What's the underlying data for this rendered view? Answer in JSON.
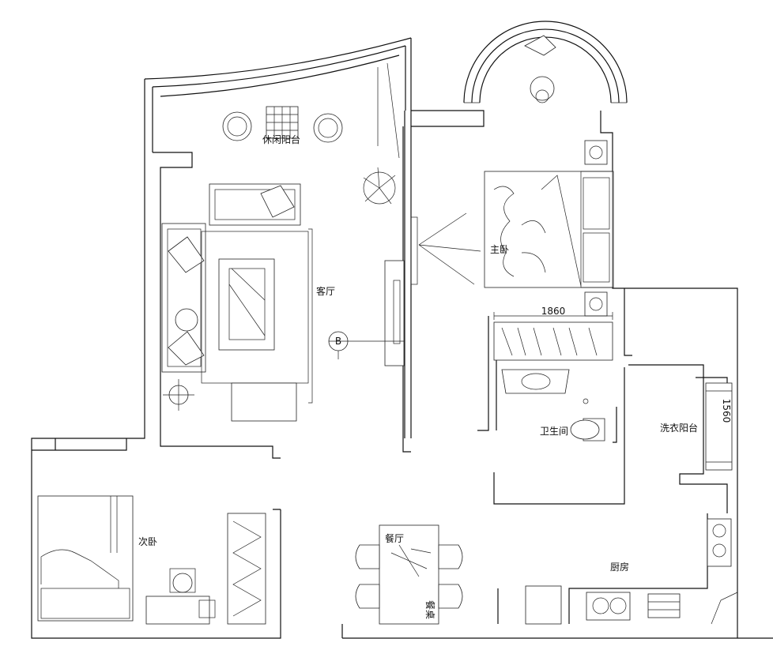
{
  "rooms": {
    "leisure_balcony": "休闲阳台",
    "living_room": "客厅",
    "master_bedroom": "主卧",
    "bathroom": "卫生间",
    "laundry_balcony": "洗衣阳台",
    "second_bedroom": "次卧",
    "dining_room": "餐厅",
    "kitchen": "厨房"
  },
  "dimensions": {
    "wardrobe_width": "1860",
    "laundry_depth": "1560"
  },
  "markers": {
    "section_b": "B"
  },
  "furniture_text": {
    "table_tag": "餐桌"
  }
}
